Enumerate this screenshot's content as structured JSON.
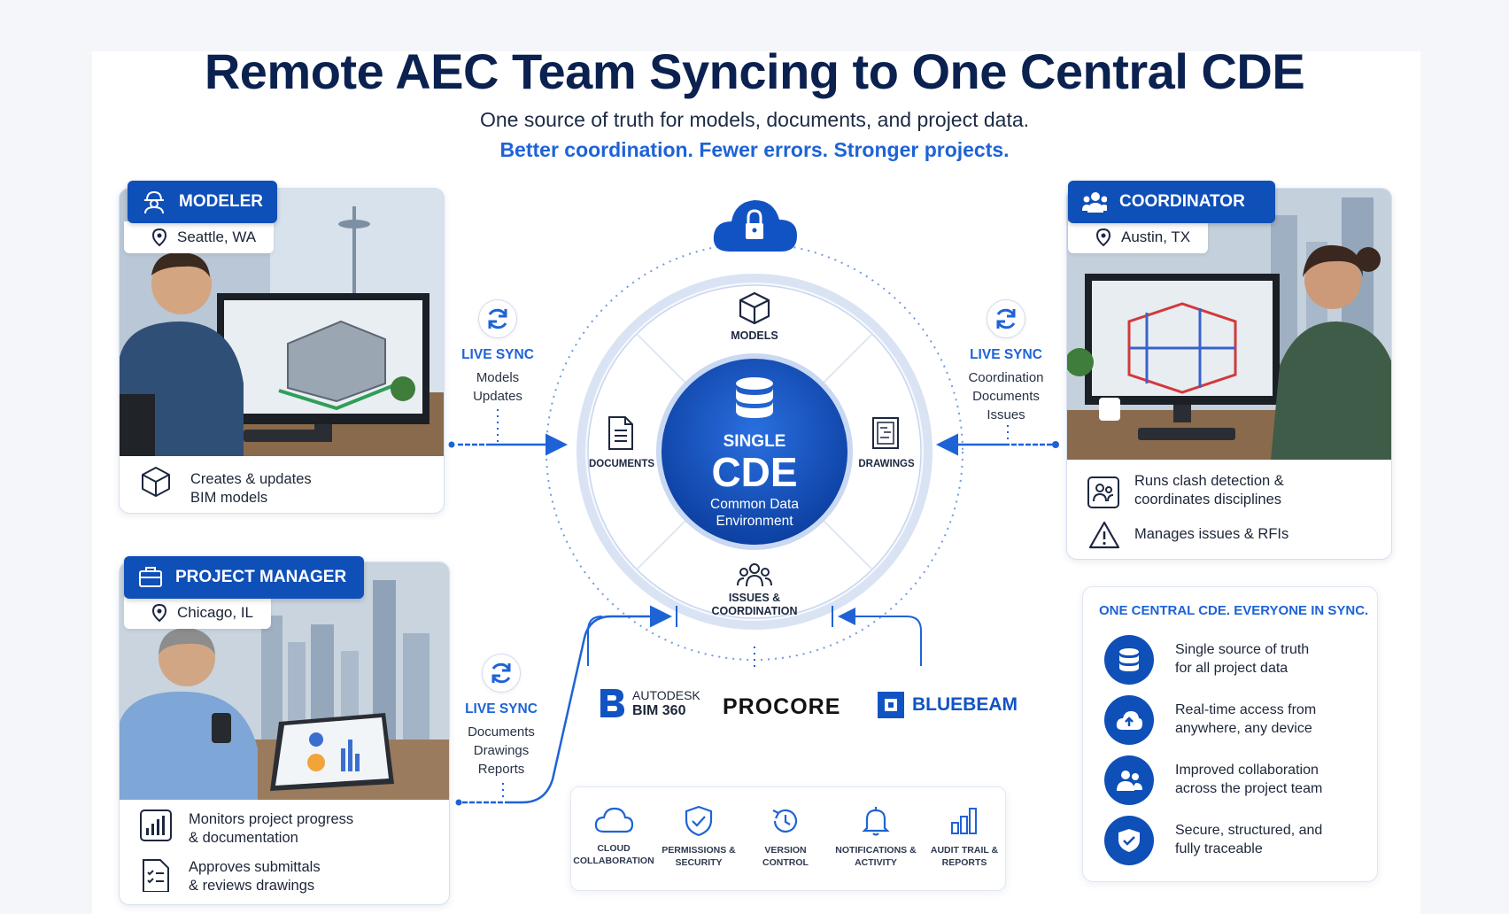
{
  "header": {
    "title": "Remote AEC Team Syncing to One Central CDE",
    "subtitle": "One source of truth for models, documents, and project data.",
    "tagline": "Better coordination. Fewer errors. Stronger projects."
  },
  "modeler": {
    "role": "MODELER",
    "location": "Seattle, WA",
    "tasks": [
      "Creates & updates",
      "BIM models"
    ]
  },
  "coordinator": {
    "role": "COORDINATOR",
    "location": "Austin, TX",
    "task1": [
      "Runs clash detection &",
      "coordinates disciplines"
    ],
    "task2": "Manages issues & RFIs"
  },
  "project_manager": {
    "role": "PROJECT MANAGER",
    "location": "Chicago, IL",
    "task1": [
      "Monitors project progress",
      "& documentation"
    ],
    "task2": [
      "Approves submittals",
      "& reviews drawings"
    ]
  },
  "sync_modeler": {
    "label": "LIVE SYNC",
    "items": [
      "Models",
      "Updates"
    ]
  },
  "sync_coordinator": {
    "label": "LIVE SYNC",
    "items": [
      "Coordination",
      "Documents",
      "Issues"
    ]
  },
  "sync_pm": {
    "label": "LIVE SYNC",
    "items": [
      "Documents",
      "Drawings",
      "Reports"
    ]
  },
  "hub": {
    "models": "MODELS",
    "documents": "DOCUMENTS",
    "drawings": "DRAWINGS",
    "issues": [
      "ISSUES &",
      "COORDINATION"
    ],
    "core_top": "SINGLE",
    "core_main": "CDE",
    "core_sub": [
      "Common Data",
      "Environment"
    ]
  },
  "logos": {
    "autodesk_line1": "AUTODESK",
    "autodesk_line2": "BIM 360",
    "procore": "PROCORE",
    "bluebeam": "BLUEBEAM"
  },
  "features": [
    [
      "CLOUD",
      "COLLABORATION"
    ],
    [
      "PERMISSIONS &",
      "SECURITY"
    ],
    [
      "VERSION",
      "CONTROL"
    ],
    [
      "NOTIFICATIONS &",
      "ACTIVITY"
    ],
    [
      "AUDIT TRAIL &",
      "REPORTS"
    ]
  ],
  "benefits": {
    "heading": "ONE CENTRAL CDE. EVERYONE IN SYNC.",
    "items": [
      [
        "Single source of truth",
        "for all project data"
      ],
      [
        "Real-time access from",
        "anywhere, any device"
      ],
      [
        "Improved collaboration",
        "across the project team"
      ],
      [
        "Secure, structured, and",
        "fully traceable"
      ]
    ]
  },
  "colors": {
    "primary": "#0f4fb8",
    "accent": "#1e63d6",
    "title": "#0b2150"
  }
}
